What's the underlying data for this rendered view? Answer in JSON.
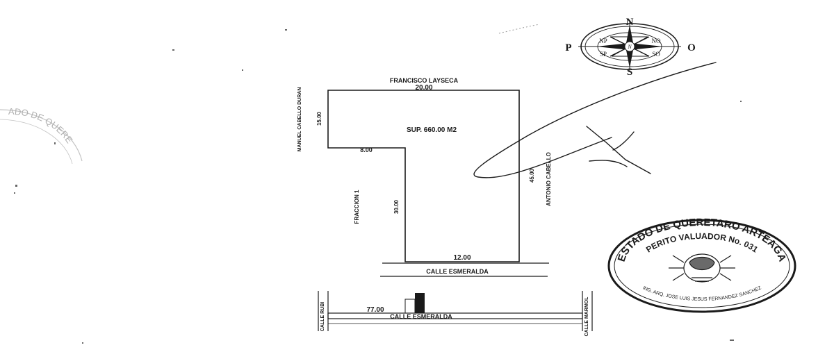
{
  "plot": {
    "top_neighbor": "FRANCISCO LAYSECA",
    "top_length": "20.00",
    "left_neighbor": "MANUEL CABELLO DURAN",
    "left_length": "15.00",
    "notch_length": "8.00",
    "area": "SUP. 660.00 M2",
    "fraction_label": "FRACCION 1",
    "inner_length": "30.00",
    "right_length": "45.00",
    "right_neighbor": "ANTONIO CABELLO",
    "bottom_length": "12.00",
    "street": "CALLE ESMERALDA"
  },
  "location": {
    "street": "CALLE ESMERALDA",
    "distance": "77.00",
    "left_street": "CALLE RUBI",
    "right_street": "CALLE MARMOL"
  },
  "compass": {
    "north": "N",
    "south": "S",
    "west": "P",
    "east": "O",
    "nw": "NP",
    "ne": "NO",
    "sw": "SP",
    "se": "SO",
    "center": "N"
  },
  "stamp": {
    "outer_text": "ESTADO DE QUERETARO ARTEAGA",
    "inner_text": "PERITO VALUADOR No. 031",
    "bottom_text": "ING. ARQ. JOSE LUIS JESUS FERNANDEZ SANCHEZ"
  },
  "faint_stamp": {
    "text": "ADO DE QUERE"
  }
}
